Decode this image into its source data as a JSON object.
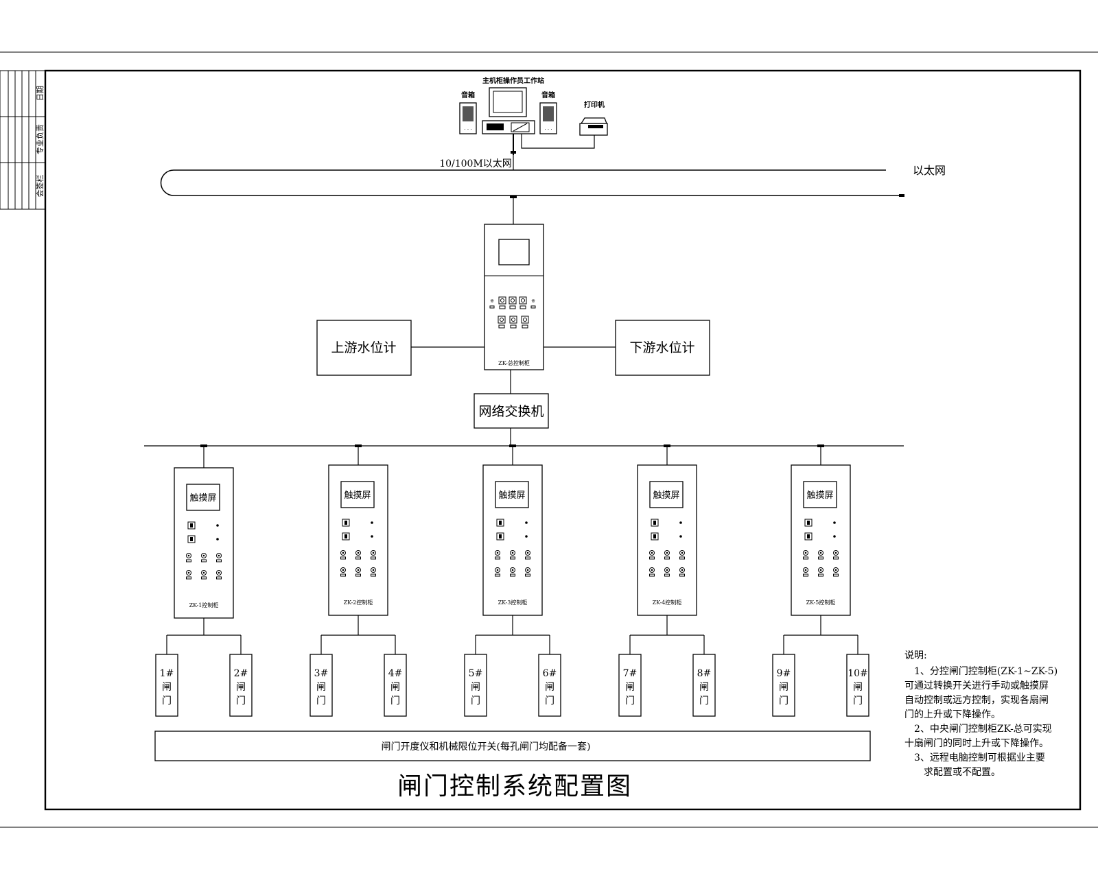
{
  "title_block": {
    "cells": [
      "日期",
      "专业负责",
      "会签栏"
    ]
  },
  "workstation": {
    "title": "主机柜操作员工作站",
    "speaker_left": "音箱",
    "speaker_right": "音箱",
    "printer": "打印机"
  },
  "network": {
    "ethernet_label": "10/100M以太网",
    "ring_label": "以太网"
  },
  "central": {
    "cabinet_label": "ZK-总控制柜",
    "upstream": "上游水位计",
    "downstream": "下游水位计",
    "switch": "网络交换机"
  },
  "sub_cabinets": [
    {
      "screen": "触摸屏",
      "label": "ZK-1控制柜"
    },
    {
      "screen": "触摸屏",
      "label": "ZK-2控制柜"
    },
    {
      "screen": "触摸屏",
      "label": "ZK-3控制柜"
    },
    {
      "screen": "触摸屏",
      "label": "ZK-4控制柜"
    },
    {
      "screen": "触摸屏",
      "label": "ZK-5控制柜"
    }
  ],
  "gates": [
    {
      "num": "1#",
      "c1": "闸",
      "c2": "门"
    },
    {
      "num": "2#",
      "c1": "闸",
      "c2": "门"
    },
    {
      "num": "3#",
      "c1": "闸",
      "c2": "门"
    },
    {
      "num": "4#",
      "c1": "闸",
      "c2": "门"
    },
    {
      "num": "5#",
      "c1": "闸",
      "c2": "门"
    },
    {
      "num": "6#",
      "c1": "闸",
      "c2": "门"
    },
    {
      "num": "7#",
      "c1": "闸",
      "c2": "门"
    },
    {
      "num": "8#",
      "c1": "闸",
      "c2": "门"
    },
    {
      "num": "9#",
      "c1": "闸",
      "c2": "门"
    },
    {
      "num": "10#",
      "c1": "闸",
      "c2": "门"
    }
  ],
  "bottom_bar": "闸门开度仪和机械限位开关(每孔闸门均配备一套)",
  "title": "闸门控制系统配置图",
  "notes": {
    "heading": "说明:",
    "lines": [
      "1、分控闸门控制柜(ZK-1~ZK-5)",
      "可通过转换开关进行手动或触摸屏",
      "自动控制或远方控制，实现各扇闸",
      "门的上升或下降操作。",
      "2、中央闸门控制柜ZK-总可实现",
      "十扇闸门的同时上升或下降操作。",
      "3、远程电脑控制可根据业主要",
      "求配置或不配置。"
    ]
  }
}
